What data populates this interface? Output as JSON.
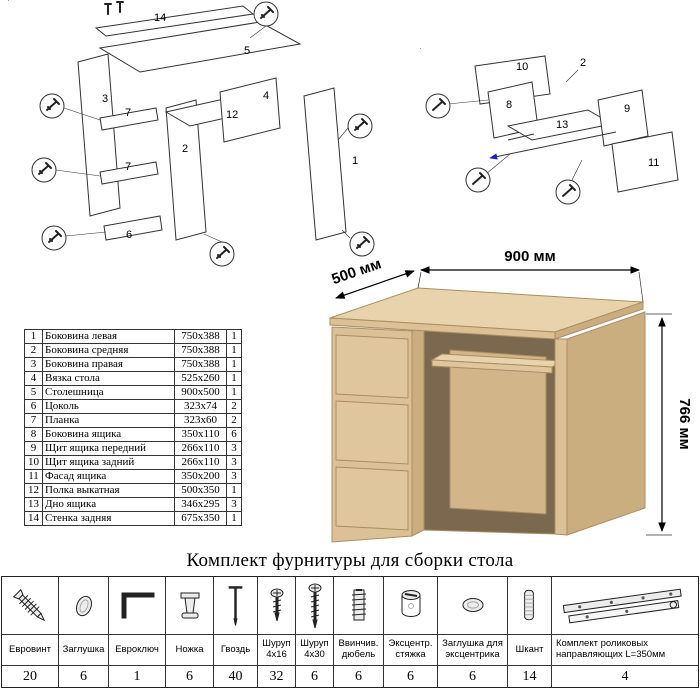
{
  "title": "Комплект фурнитуры для сборки стола",
  "desk": {
    "dim_depth": "500 мм",
    "dim_width": "900 мм",
    "dim_height": "766 мм",
    "wood_top": "#e8d3ac",
    "wood_front": "#dcc197",
    "wood_drawer": "#e0c69c",
    "wood_dark": "#cbae80",
    "wood_back": "#d2b68a",
    "shadow": "#7b684e"
  },
  "diagram_left": {
    "labels": [
      "14",
      "5",
      "3",
      "7",
      "7",
      "12",
      "4",
      "2",
      "6",
      "1"
    ]
  },
  "diagram_right": {
    "labels": [
      "10",
      "8",
      "13",
      "9",
      "11",
      "2"
    ],
    "arrow_color": "#1f1fbf"
  },
  "parts": {
    "rows": [
      {
        "num": "1",
        "name": "Боковина левая",
        "size": "750x388",
        "qty": "1"
      },
      {
        "num": "2",
        "name": "Боковина средняя",
        "size": "750x388",
        "qty": "1"
      },
      {
        "num": "3",
        "name": "Боковина правая",
        "size": "750x388",
        "qty": "1"
      },
      {
        "num": "4",
        "name": "Вязка стола",
        "size": "525x260",
        "qty": "1"
      },
      {
        "num": "5",
        "name": "Столешница",
        "size": "900x500",
        "qty": "1"
      },
      {
        "num": "6",
        "name": "Цоколь",
        "size": "323x74",
        "qty": "2"
      },
      {
        "num": "7",
        "name": "Планка",
        "size": "323x60",
        "qty": "2"
      },
      {
        "num": "8",
        "name": "Боковина ящика",
        "size": "350x110",
        "qty": "6"
      },
      {
        "num": "9",
        "name": "Щит ящика передний",
        "size": "266x110",
        "qty": "3"
      },
      {
        "num": "10",
        "name": "Щит ящика задний",
        "size": "266x110",
        "qty": "3"
      },
      {
        "num": "11",
        "name": "Фасад ящика",
        "size": "350x200",
        "qty": "3"
      },
      {
        "num": "12",
        "name": "Полка выкатная",
        "size": "500x350",
        "qty": "1"
      },
      {
        "num": "13",
        "name": "Дно ящика",
        "size": "346x295",
        "qty": "3"
      },
      {
        "num": "14",
        "name": "Стенка задняя",
        "size": "675x350",
        "qty": "1"
      }
    ]
  },
  "hardware": {
    "items": [
      {
        "name": "Евровинт",
        "qty": "20",
        "icon": "euro-screw-icon"
      },
      {
        "name": "Заглушка",
        "qty": "6",
        "icon": "cap-icon"
      },
      {
        "name": "Евроключ",
        "qty": "1",
        "icon": "hex-key-icon"
      },
      {
        "name": "Ножка",
        "qty": "6",
        "icon": "leg-icon"
      },
      {
        "name": "Гвоздь",
        "qty": "40",
        "icon": "nail-icon"
      },
      {
        "name": "Шуруп 4x16",
        "qty": "32",
        "icon": "screw-short-icon"
      },
      {
        "name": "Шуруп 4x30",
        "qty": "6",
        "icon": "screw-long-icon"
      },
      {
        "name": "Ввинчив. дюбель",
        "qty": "6",
        "icon": "screw-in-dowel-icon"
      },
      {
        "name": "Эксцентр. стяжка",
        "qty": "6",
        "icon": "cam-lock-icon"
      },
      {
        "name": "Заглушка для эксцентрика",
        "qty": "6",
        "icon": "cam-cap-icon"
      },
      {
        "name": "Шкант",
        "qty": "14",
        "icon": "wood-dowel-icon"
      },
      {
        "name": "Комплект роликовых направляющих L=350мм",
        "qty": "4",
        "icon": "drawer-slide-icon"
      }
    ]
  }
}
